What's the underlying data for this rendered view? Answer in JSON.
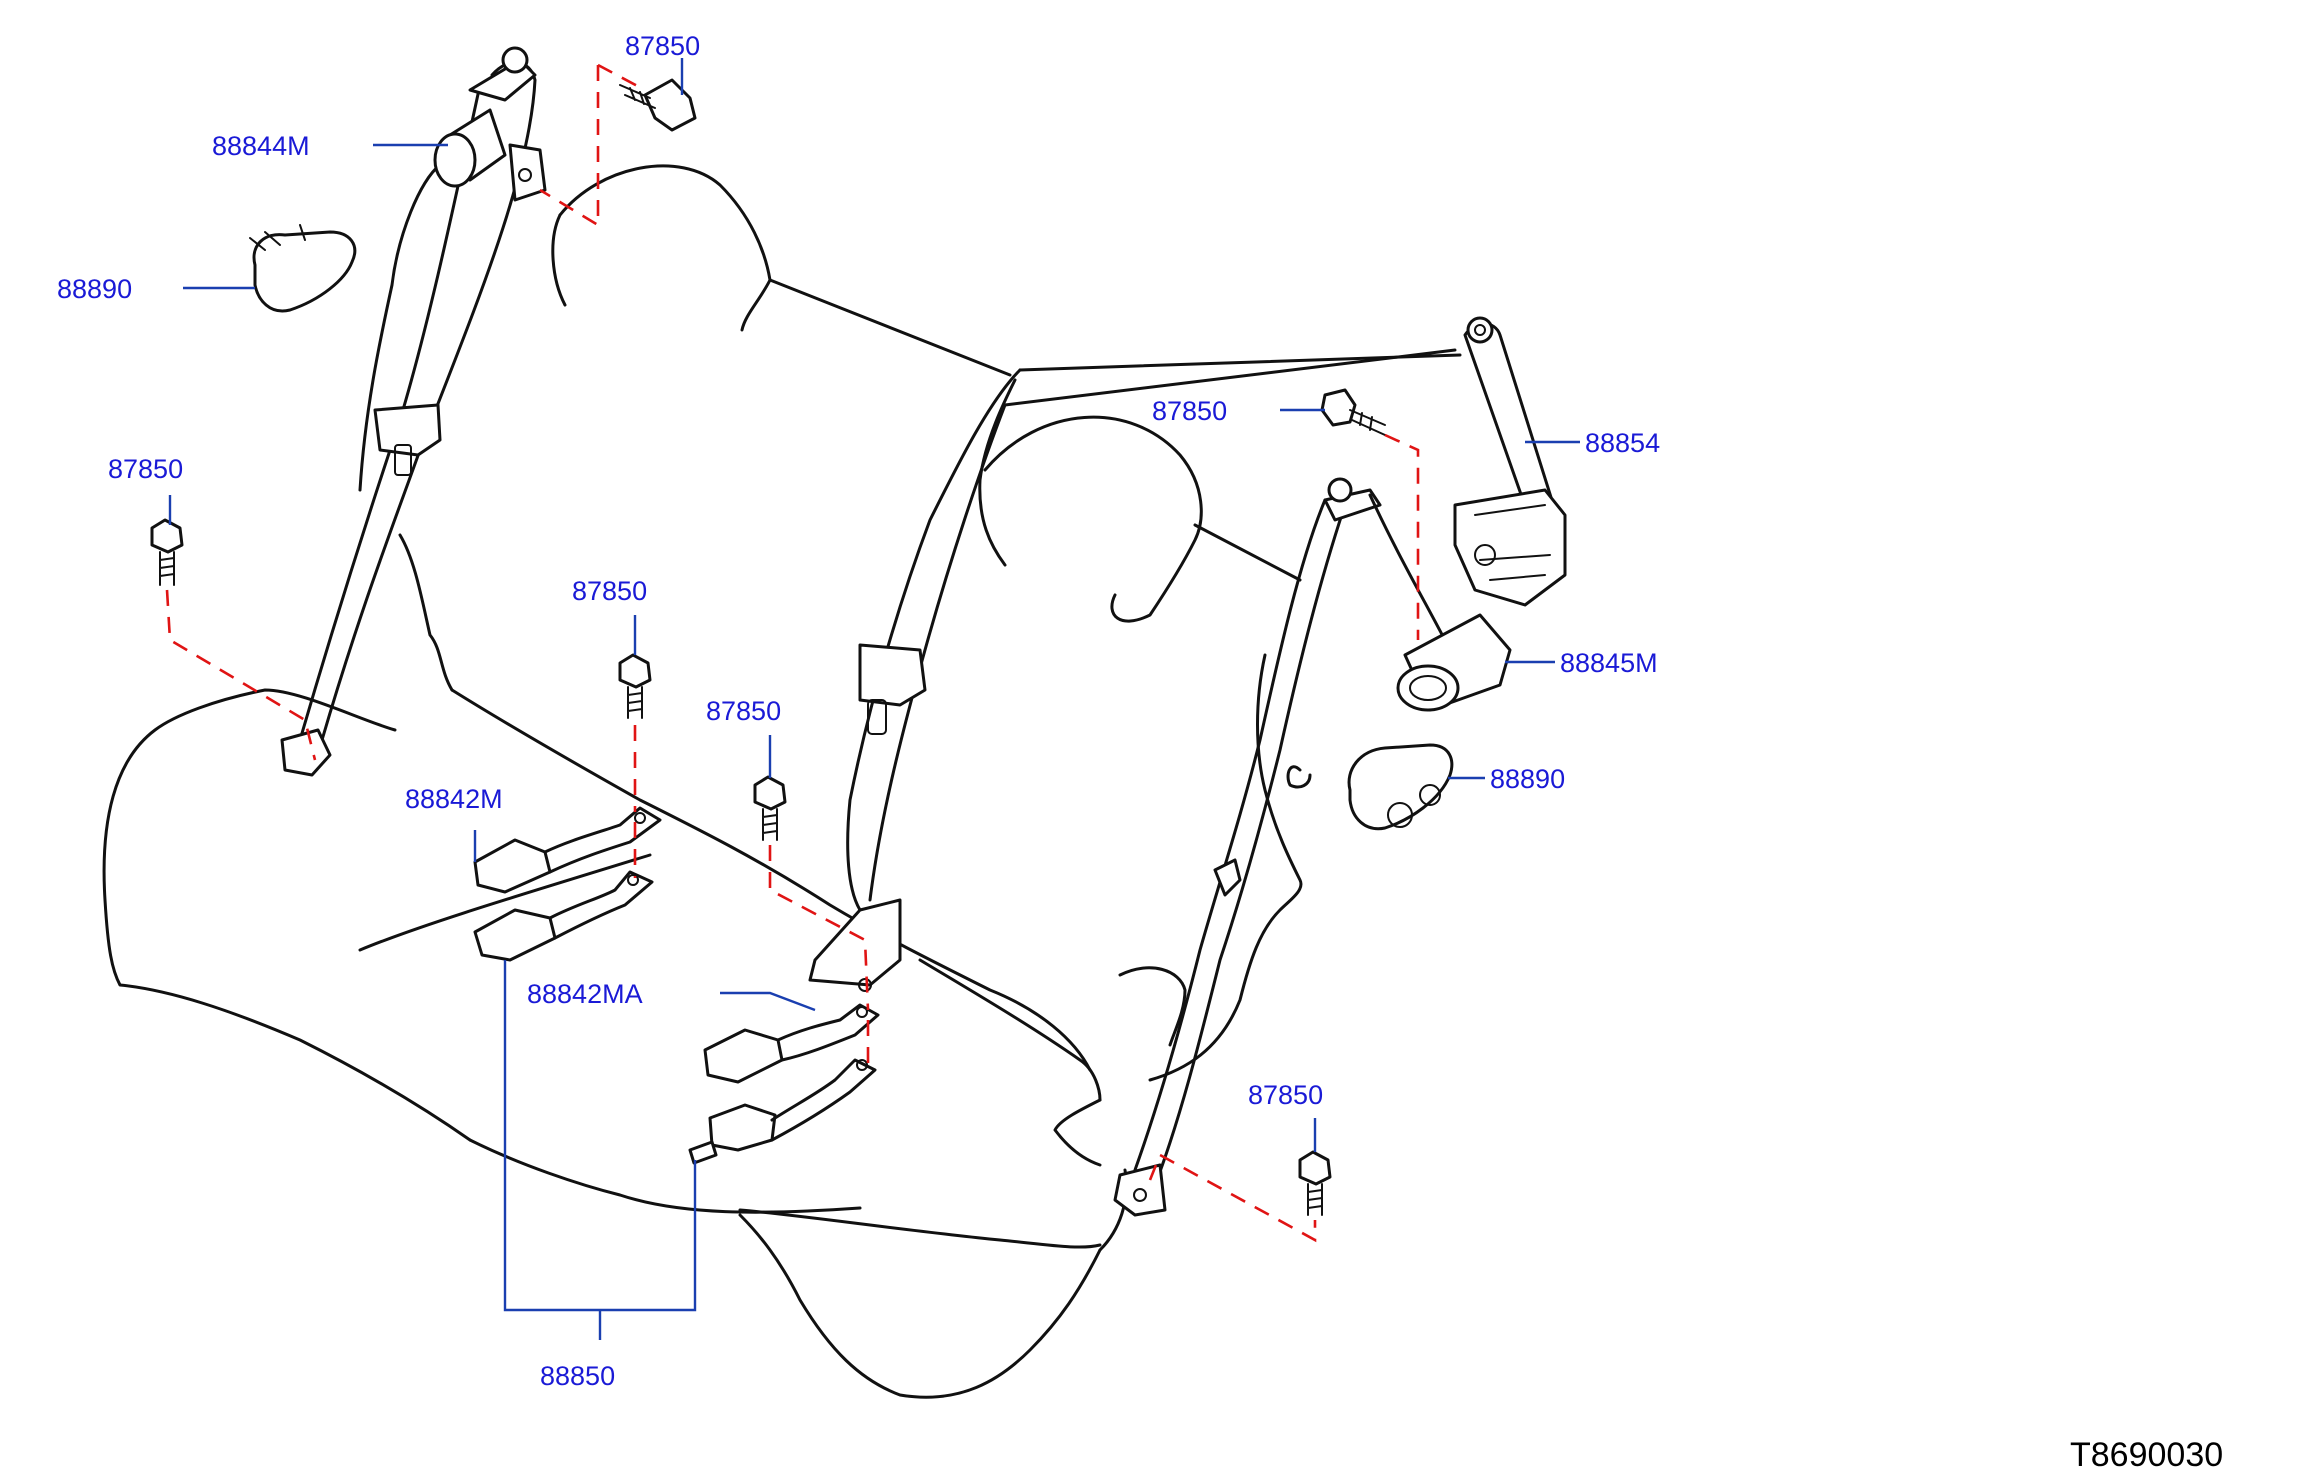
{
  "colors": {
    "label": "#1a1ad6",
    "leader": "#1a3fb0",
    "phantom": "#e01414",
    "outline": "#111111"
  },
  "labels": {
    "bolt_top": "87850",
    "anchor_left_upper": "88844M",
    "cover_left": "88890",
    "bolt_left": "87850",
    "bolt_center_upper": "87850",
    "bolt_center": "87850",
    "buckle_left": "88842M",
    "buckle_center": "88842MA",
    "buckle_bottom": "88850",
    "bolt_right_upper": "87850",
    "retractor_center": "88854",
    "anchor_right": "88845M",
    "cover_right": "88890",
    "bolt_right_lower": "87850"
  },
  "catalog_number": "T8690030"
}
